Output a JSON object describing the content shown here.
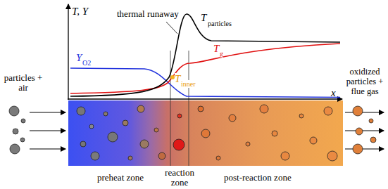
{
  "diagram": {
    "labels": [
      "T, Y",
      "thermal runaway",
      "T",
      "particles",
      "Y",
      "O2",
      "T",
      "g",
      "T",
      "inner",
      "x",
      "particles + air",
      "oxidized particles + flue gas",
      "preheat zone",
      "reaction zone",
      "post-reaction zone"
    ]
  }
}
